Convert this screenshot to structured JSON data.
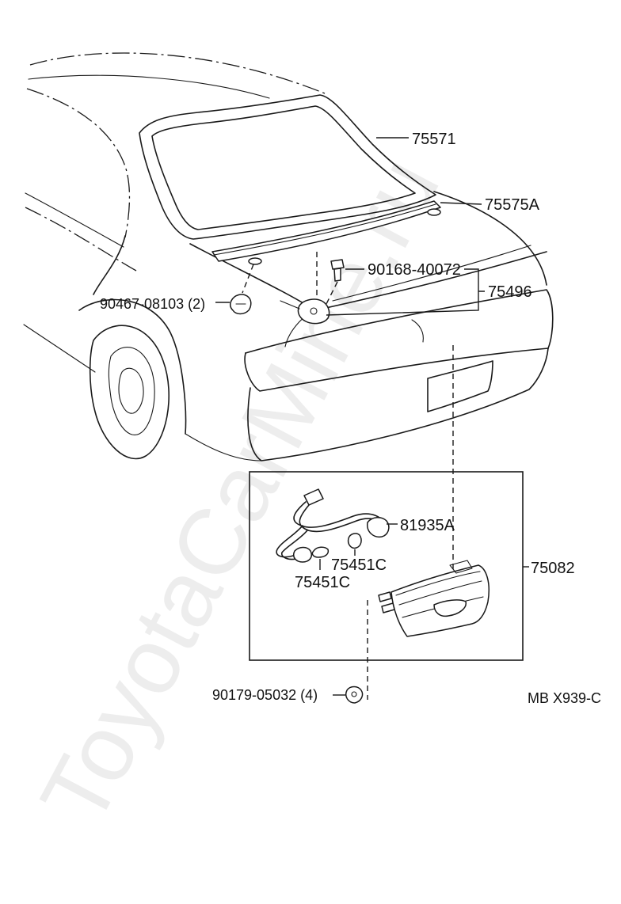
{
  "diagram": {
    "watermark": "ToyotaCarMine.ru",
    "figure_code": "MB X939-C",
    "callouts": [
      {
        "id": "weatherstrip",
        "text": "75571"
      },
      {
        "id": "spoiler",
        "text": "75575A"
      },
      {
        "id": "clip",
        "text": "90467-08103 (2)"
      },
      {
        "id": "bolt",
        "text": "90168-40072"
      },
      {
        "id": "rear-light-bracket",
        "text": "75496"
      },
      {
        "id": "socket-wire",
        "text": "81935A"
      },
      {
        "id": "bulb-right",
        "text": "75451C"
      },
      {
        "id": "bulb-left",
        "text": "75451C"
      },
      {
        "id": "light-assembly",
        "text": "75082"
      },
      {
        "id": "nut",
        "text": "90179-05032 (4)"
      }
    ]
  }
}
